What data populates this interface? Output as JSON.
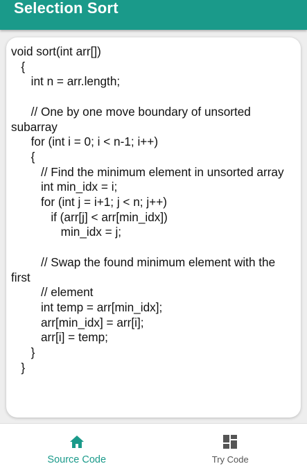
{
  "app_bar": {
    "title": "Selection Sort"
  },
  "code": {
    "text": "void sort(int arr[])\n   {\n      int n = arr.length;\n\n      // One by one move boundary of unsorted subarray\n      for (int i = 0; i < n-1; i++)\n      {\n         // Find the minimum element in unsorted array\n         int min_idx = i;\n         for (int j = i+1; j < n; j++)\n            if (arr[j] < arr[min_idx])\n               min_idx = j;\n\n         // Swap the found minimum element with the first\n         // element\n         int temp = arr[min_idx];\n         arr[min_idx] = arr[i];\n         arr[i] = temp;\n      }\n   }"
  },
  "bottom_nav": {
    "items": [
      {
        "label": "Source Code",
        "icon": "home-icon",
        "active": true
      },
      {
        "label": "Try Code",
        "icon": "dashboard-icon",
        "active": false
      }
    ]
  },
  "colors": {
    "accent": "#1a9a8a",
    "inactive_icon": "#555555",
    "background": "#eeeeee"
  }
}
